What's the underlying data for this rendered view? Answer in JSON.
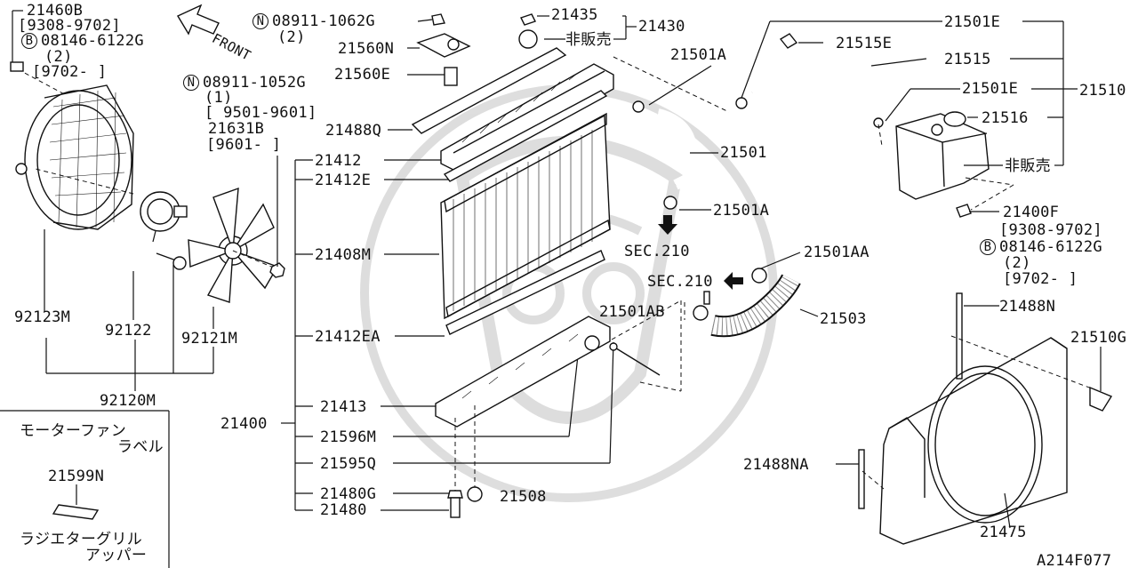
{
  "diagram_id": "A214F077",
  "labels": {
    "p21460B": "21460B",
    "r21460B_a": "[9308-9702]",
    "b08146_1": "08146-6122G",
    "q2_1": "(2)",
    "r9702_1": "[9702-     ]",
    "front": "FRONT",
    "n08911_1062G": "08911-1062G",
    "q2_2": "(2)",
    "p21560N": "21560N",
    "p21560E": "21560E",
    "n08911_1052G": "08911-1052G",
    "q1": "(1)",
    "r9501_9601": "[ 9501-9601]",
    "p21631B": "21631B",
    "r9601": "[9601-    ]",
    "p21435": "21435",
    "p21430": "21430",
    "hanbai1": "非販売",
    "p21501A_top": "21501A",
    "p21515E": "21515E",
    "p21501E_top": "21501E",
    "p21515": "21515",
    "p21501E_mid": "21501E",
    "p21510": "21510",
    "p21516": "21516",
    "hanbai2": "非販売",
    "p21488Q": "21488Q",
    "p21412": "21412",
    "p21412E": "21412E",
    "p21501": "21501",
    "p21501A_mid": "21501A",
    "sec210_a": "SEC.210",
    "p21400F": "21400F",
    "r9308_9702_b": "[9308-9702]",
    "b08146_2": "08146-6122G",
    "q2_3": "(2)",
    "r9702_2": "[9702-     ]",
    "p21408M": "21408M",
    "p21501AA": "21501AA",
    "sec210_b": "SEC.210",
    "p21488N": "21488N",
    "p21501AB": "21501AB",
    "p21503": "21503",
    "p92123M": "92123M",
    "p92122": "92122",
    "p92121M": "92121M",
    "p21412EA": "21412EA",
    "p21510G": "21510G",
    "p92120M": "92120M",
    "p21413": "21413",
    "p21400": "21400",
    "motor_label_1": "モーターファン",
    "motor_label_2": "ラベル",
    "p21596M": "21596M",
    "p21599N": "21599N",
    "p21488NA": "21488NA",
    "p21595Q": "21595Q",
    "p21480G": "21480G",
    "p21508": "21508",
    "p21480": "21480",
    "p21475": "21475",
    "grille_label_1": "ラジエターグリル",
    "grille_label_2": "アッパー",
    "mark_B": "B",
    "mark_N": "N"
  },
  "colors": {
    "ink": "#111111",
    "paper": "#ffffff"
  }
}
